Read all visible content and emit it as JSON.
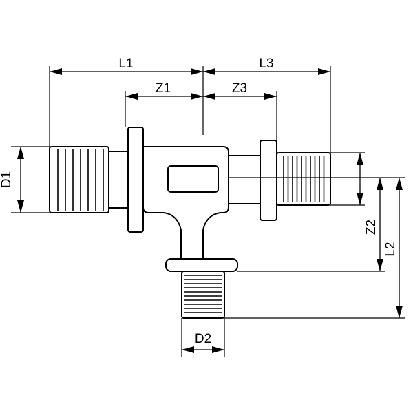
{
  "labels": {
    "L1": "L1",
    "L3": "L3",
    "Z1": "Z1",
    "Z3": "Z3",
    "D1": "D1",
    "D2": "D2",
    "Z2": "Z2",
    "L2": "L2"
  }
}
